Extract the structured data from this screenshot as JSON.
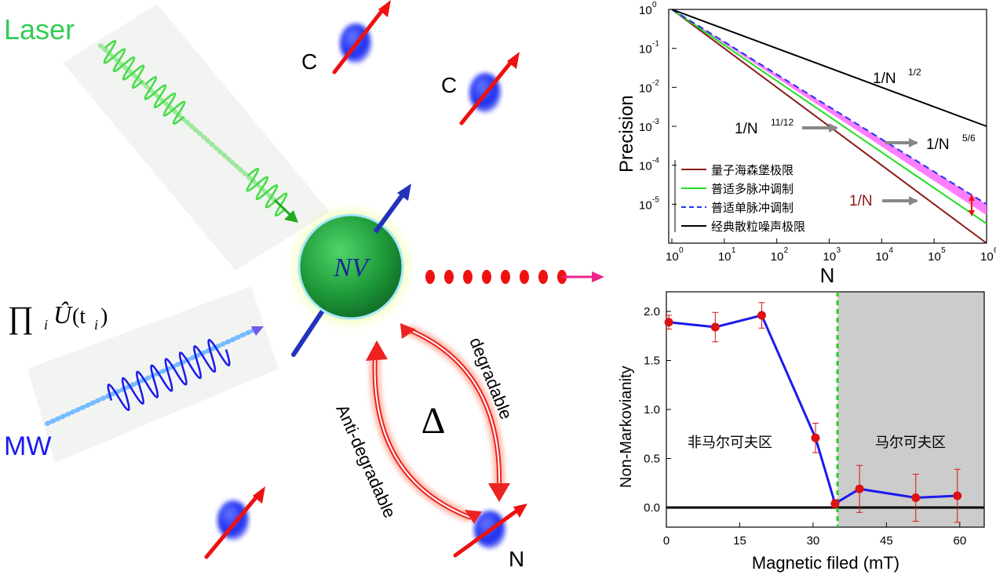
{
  "diagram": {
    "laser_label": "Laser",
    "mw_label": "MW",
    "operator_product": "∏",
    "operator_sub_i": "i",
    "operator_U": "Û",
    "operator_args": "(t",
    "operator_sub_ti": "i",
    "operator_close": ")",
    "nv_label": "NV",
    "c_label_1": "C",
    "c_label_2": "C",
    "n_label": "N",
    "delta_label": "Δ",
    "degradable_label": "degradable",
    "anti_degradable_label": "Anti-degradable",
    "colors": {
      "laser": "#22cc44",
      "mw": "#1a1aee",
      "nv": "#1f9a3a",
      "spin_arrow": "#ee1111",
      "nuclear_spin": "#2233ee",
      "emission": "#ee1111",
      "emission_arrow": "#ee2288"
    }
  },
  "chart_data": [
    {
      "type": "line",
      "xlabel": "N",
      "ylabel": "Precision",
      "x_scale": "log",
      "y_scale": "log",
      "xlim": [
        1,
        1000000
      ],
      "ylim": [
        1e-06,
        1
      ],
      "x_ticks": [
        {
          "base": "10",
          "exp": "0"
        },
        {
          "base": "10",
          "exp": "1"
        },
        {
          "base": "10",
          "exp": "2"
        },
        {
          "base": "10",
          "exp": "3"
        },
        {
          "base": "10",
          "exp": "4"
        },
        {
          "base": "10",
          "exp": "5"
        },
        {
          "base": "10",
          "exp": "6"
        }
      ],
      "y_ticks": [
        {
          "base": "10",
          "exp": "0"
        },
        {
          "base": "10",
          "exp": "-1"
        },
        {
          "base": "10",
          "exp": "-2"
        },
        {
          "base": "10",
          "exp": "-3"
        },
        {
          "base": "10",
          "exp": "-4"
        },
        {
          "base": "10",
          "exp": "-5"
        }
      ],
      "series": [
        {
          "name": "量子海森堡极限",
          "color": "#8b1a1a",
          "style": "solid",
          "exponent": -1
        },
        {
          "name": "普适多脉冲调制",
          "color": "#22dd22",
          "style": "solid",
          "exponent": -0.9167
        },
        {
          "name": "普适单脉冲调制",
          "color": "#2233ee",
          "style": "dashed",
          "exponent": -0.8333
        },
        {
          "name": "经典散粒噪声极限",
          "color": "#000000",
          "style": "solid",
          "exponent": -0.5
        }
      ],
      "band": {
        "color": "#ff66ff",
        "exponent_low": -0.88,
        "exponent_high": -0.8333
      },
      "annotations": [
        {
          "base": "1/N",
          "exp": "1/2",
          "color": "#000000"
        },
        {
          "base": "1/N",
          "exp": "11/12",
          "color": "#000000"
        },
        {
          "base": "1/N",
          "exp": "5/6",
          "color": "#000000"
        },
        {
          "base": "1/N",
          "exp": "",
          "color": "#8b1a1a"
        }
      ],
      "legend": "bottom-left"
    },
    {
      "type": "scatter",
      "xlabel": "Magnetic filed (mT)",
      "ylabel": "Non-Markovianity",
      "xlim": [
        0,
        65
      ],
      "ylim": [
        -0.2,
        2.2
      ],
      "x_ticks": [
        "0",
        "15",
        "30",
        "45",
        "60"
      ],
      "y_ticks": [
        "0.0",
        "0.5",
        "1.0",
        "1.5",
        "2.0"
      ],
      "points": [
        {
          "x": 0.5,
          "y": 1.89,
          "err": 0.07
        },
        {
          "x": 10,
          "y": 1.84,
          "err": 0.15
        },
        {
          "x": 19.5,
          "y": 1.96,
          "err": 0.13
        },
        {
          "x": 30.5,
          "y": 0.71,
          "err": 0.15
        },
        {
          "x": 34.5,
          "y": 0.04,
          "err": 0.04
        },
        {
          "x": 39.5,
          "y": 0.19,
          "err": 0.24
        },
        {
          "x": 51,
          "y": 0.1,
          "err": 0.24
        },
        {
          "x": 59.5,
          "y": 0.12,
          "err": 0.27
        }
      ],
      "line_color": "#1a1aee",
      "point_color": "#dd1111",
      "threshold_x": 35,
      "region_left_label": "非马尔可夫区",
      "region_right_label": "马尔可夫区",
      "shade_color": "#cccccc"
    }
  ]
}
